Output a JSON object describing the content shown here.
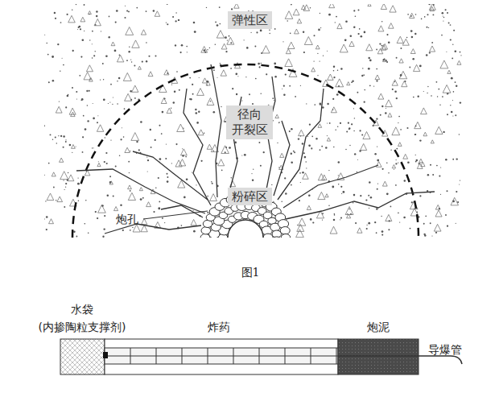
{
  "diagram": {
    "caption": "图1",
    "nodes": [
      {
        "text": [
          "弹性区"
        ]
      },
      {
        "text": [
          "径向 开裂区"
        ]
      },
      {
        "text": [
          "粉碎区"
        ]
      }
    ],
    "edges": [],
    "labels": [
      "炮孔",
      "水袋",
      "(内掺陶粒支撑剂)",
      "炸药",
      "炮泥",
      "导爆管"
    ]
  }
}
